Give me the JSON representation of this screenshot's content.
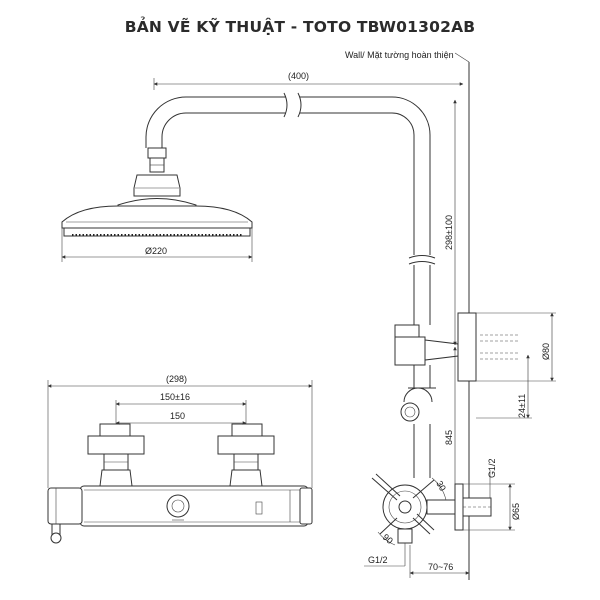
{
  "title": "BẢN VẼ KỸ THUẬT - TOTO TBW01302AB",
  "labels": {
    "wall": "Wall/ Mặt tường hoàn thiện",
    "arm_length": "(400)",
    "head_diameter": "Ø220",
    "riser_height": "298±100",
    "bracket_diameter": "Ø80",
    "mixer_width": "(298)",
    "centers_adj": "150±16",
    "centers": "150",
    "height_845": "845",
    "offset_24": "24±11",
    "inlet_thread": "G1/2",
    "outlet_thread": "G1/2",
    "escutcheon_diameter": "Ø65",
    "depth": "70~76",
    "angle_30": "30",
    "angle_90": "90"
  }
}
